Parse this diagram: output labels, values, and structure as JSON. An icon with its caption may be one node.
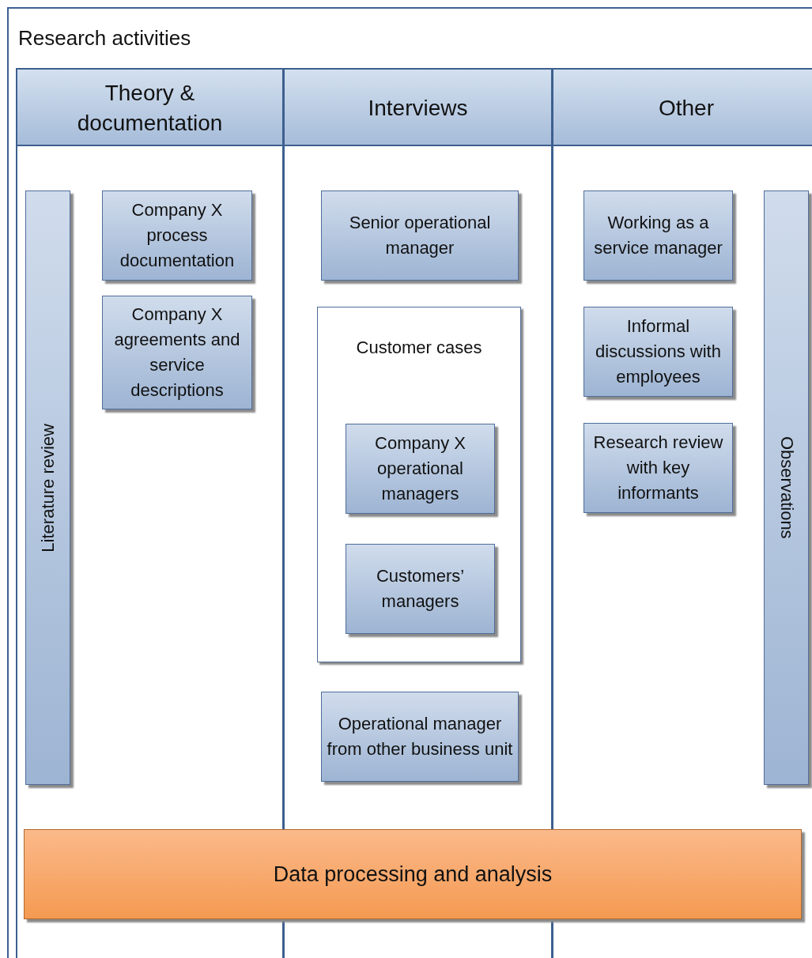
{
  "diagram": {
    "nodes": [
      {
        "text": [
          "Research activities"
        ]
      },
      {
        "text": [
          "Theory & documentation"
        ],
        "in": 0
      },
      {
        "text": [
          "Literature review"
        ],
        "in": 1
      },
      {
        "text": [
          "Company X process documentation"
        ],
        "in": 1
      },
      {
        "text": [
          "Company X agreements and service descriptions"
        ],
        "in": 1
      },
      {
        "text": [
          "Interviews"
        ],
        "in": 0
      },
      {
        "text": [
          "Senior operational manager"
        ],
        "in": 5
      },
      {
        "text": [
          "Customer cases"
        ],
        "in": 5
      },
      {
        "text": [
          "Company X operational managers"
        ],
        "in": 7
      },
      {
        "text": [
          "Customers’ managers"
        ],
        "in": 7
      },
      {
        "text": [
          "Operational manager from other business unit"
        ],
        "in": 5
      },
      {
        "text": [
          "Other"
        ],
        "in": 0
      },
      {
        "text": [
          "Working as a service manager"
        ],
        "in": 11
      },
      {
        "text": [
          "Informal discussions with employees"
        ],
        "in": 11
      },
      {
        "text": [
          "Research review with key informants"
        ],
        "in": 11
      },
      {
        "text": [
          "Observations"
        ],
        "in": 11
      },
      {
        "text": [
          "Data processing and analysis"
        ],
        "in": 0
      }
    ]
  }
}
